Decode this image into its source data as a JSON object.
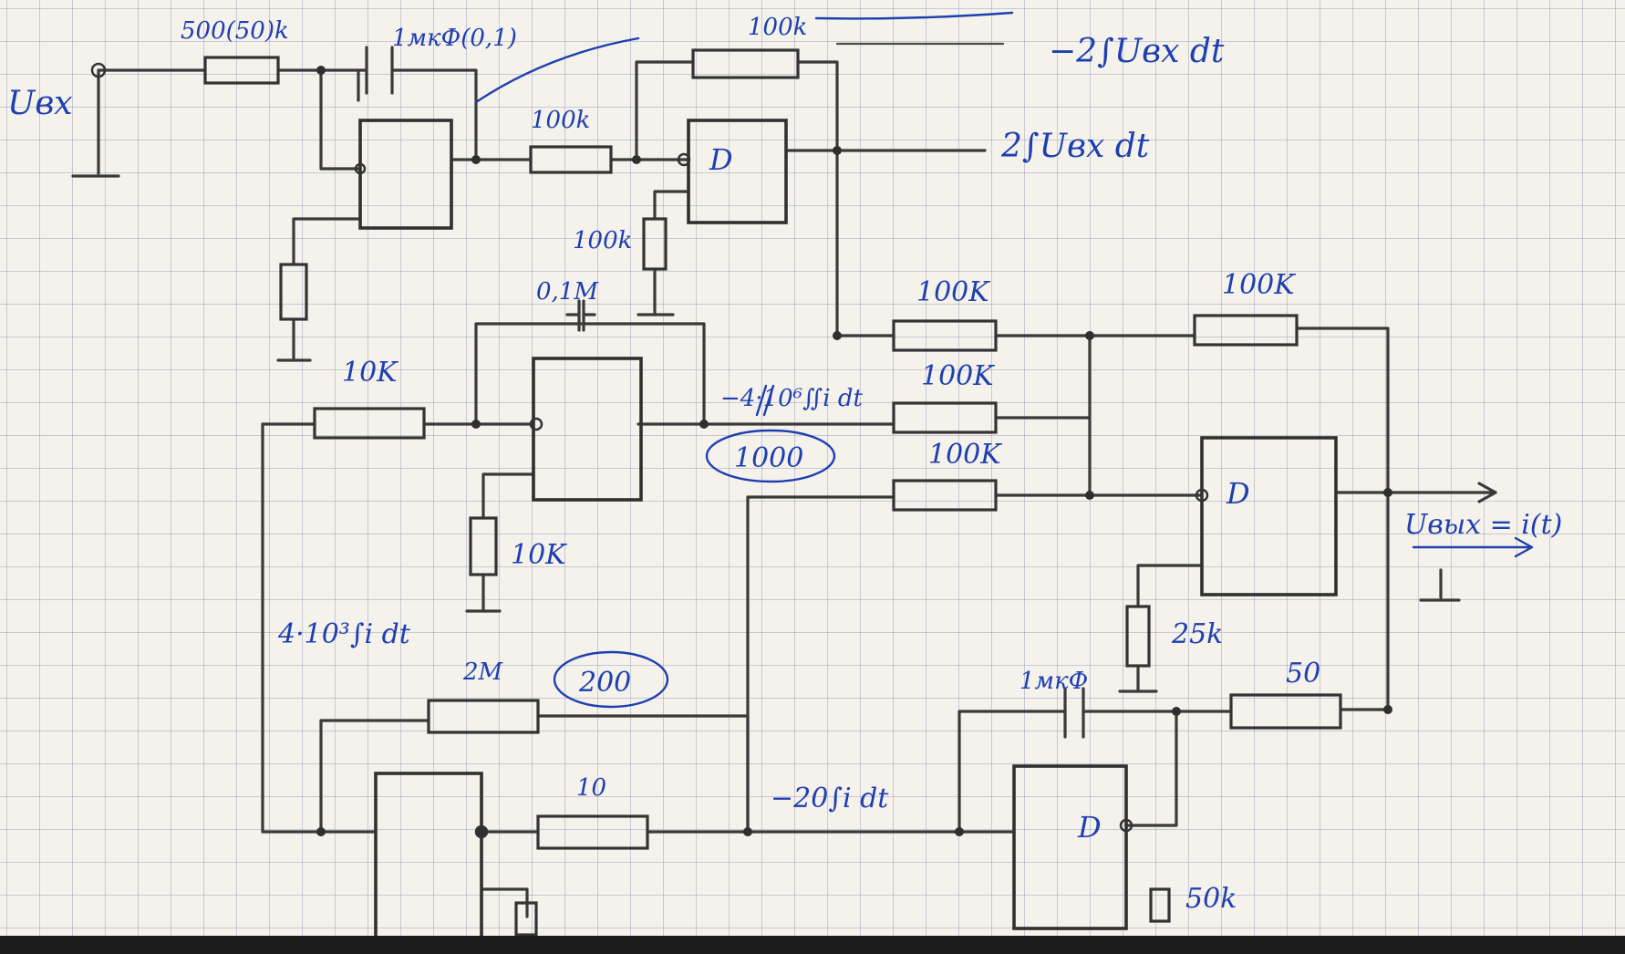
{
  "input": {
    "label": "Uвх"
  },
  "output": {
    "label": "Uвых = i(t)"
  },
  "resistors": {
    "r_in": "500(50)k",
    "r_fb_top": "100k",
    "r_mid_top": "100k",
    "r_bias_top": "100k",
    "r_sum_a": "100K",
    "r_sum_fb": "100K",
    "r_sum_b": "100K",
    "r_sum_c": "100K",
    "r_int2_in": "10K",
    "r_int2_gnd": "10K",
    "r_2m": "2M",
    "r_10": "10",
    "r_25k": "25k",
    "r_50": "50",
    "r_50k": "50k"
  },
  "capacitors": {
    "c_top": "1мкФ(0,1)",
    "c_mid": "0,1М",
    "c_bot": "1мкФ"
  },
  "annotations": {
    "out_neg_int": "−2∫Uвх dt",
    "out_pos_int": "2∫Uвх dt",
    "double_int": "−4·10⁶∬i dt",
    "single_int": "4·10³∫i dt",
    "neg20_int": "−20∫i dt",
    "gain_1000": "1000",
    "gain_200": "200"
  },
  "amp_symbols": {
    "inv2": "D",
    "summer": "D",
    "int3": "D"
  }
}
